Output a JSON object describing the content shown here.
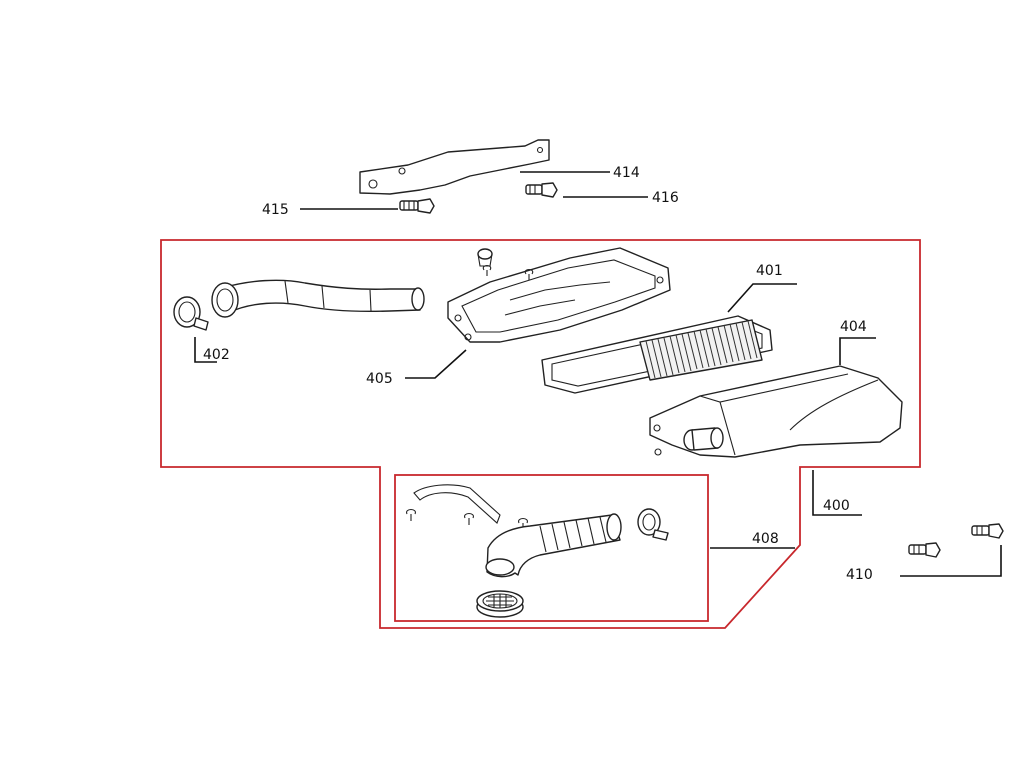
{
  "diagram": {
    "colors": {
      "assembly_outline": "#c8282d",
      "line": "#222222",
      "background": "#ffffff"
    },
    "callouts": {
      "c400": "400",
      "c401": "401",
      "c402": "402",
      "c404": "404",
      "c405": "405",
      "c408": "408",
      "c410": "410",
      "c414": "414",
      "c415": "415",
      "c416": "416"
    }
  }
}
